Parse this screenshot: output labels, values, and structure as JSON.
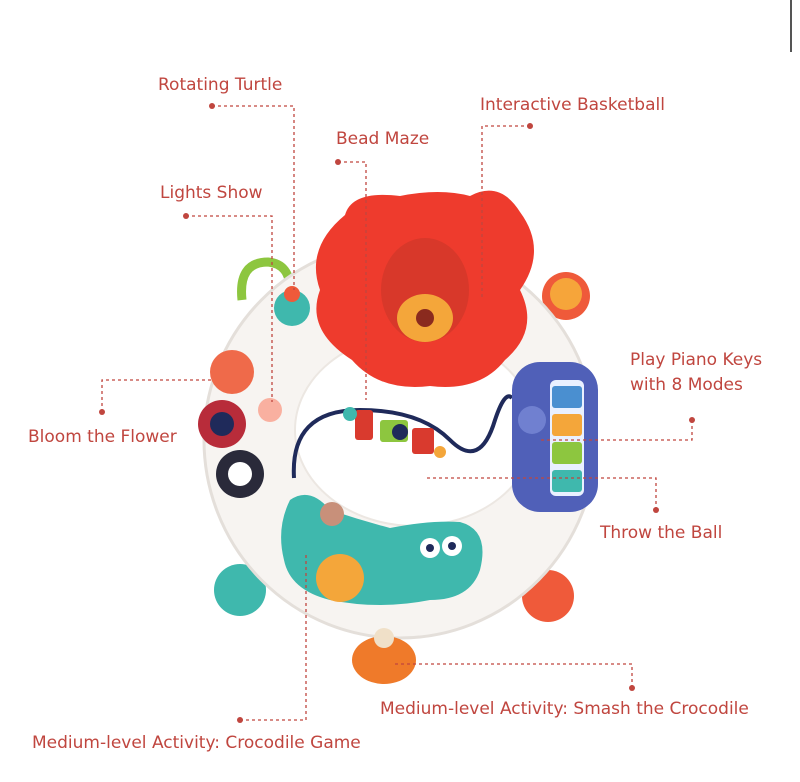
{
  "labels": {
    "rotating_turtle": "Rotating Turtle",
    "interactive_basketball": "Interactive Basketball",
    "bead_maze": "Bead Maze",
    "lights_show": "Lights Show",
    "play_piano": "Play Piano Keys\nwith 8 Modes",
    "bloom_flower": "Bloom the Flower",
    "throw_ball": "Throw the Ball",
    "smash_crocodile": "Medium-level Activity: Smash the Crocodile",
    "crocodile_game": "Medium-level Activity: Crocodile Game"
  },
  "colors": {
    "label": "#c0463f",
    "leader": "#c0463f",
    "table": "#f7f4f1",
    "flower": "#ee3b2d",
    "crocodile": "#3fb8ad",
    "piano": "#5060b8",
    "ball": "#f4a63a"
  }
}
